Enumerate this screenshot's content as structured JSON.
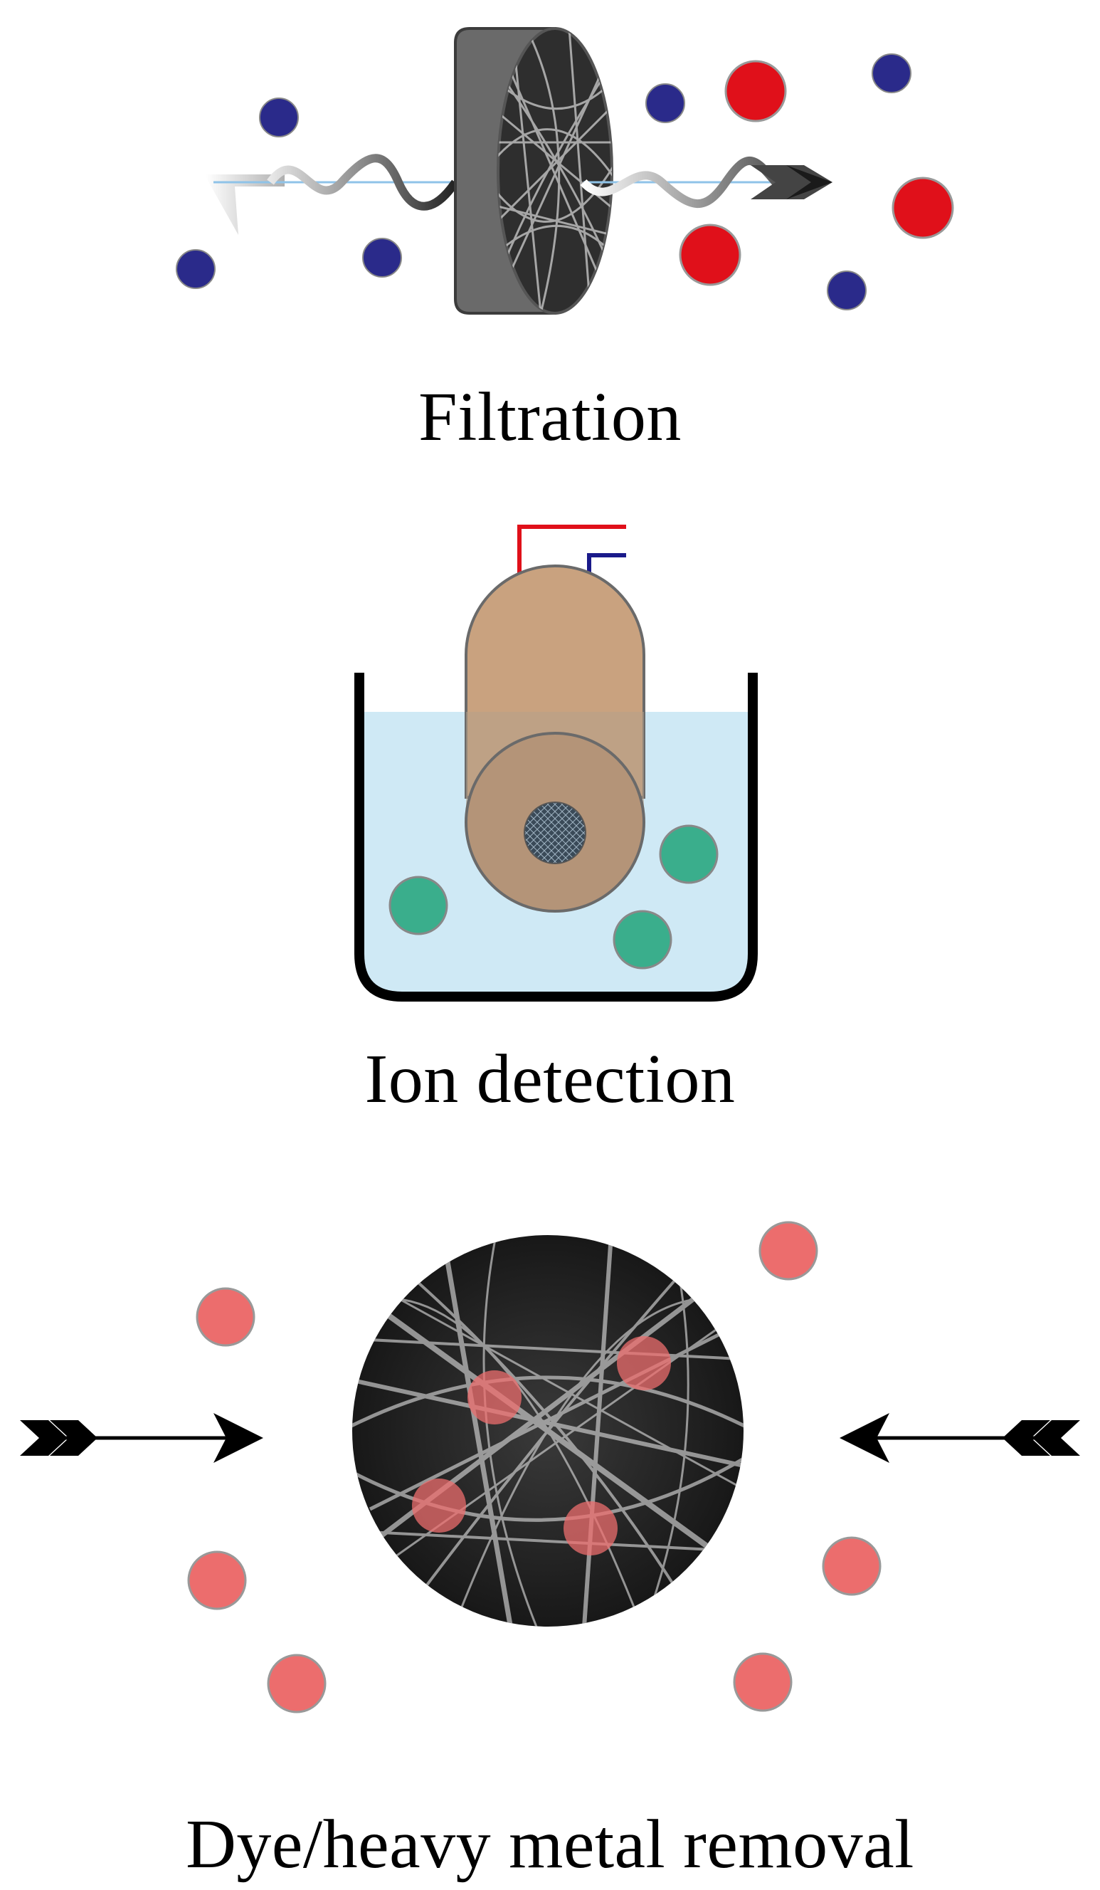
{
  "sections": [
    {
      "caption": "Filtration",
      "icon": "filter-membrane-icon"
    },
    {
      "caption": "Ion detection",
      "icon": "electrode-beaker-icon"
    },
    {
      "caption": "Dye/heavy metal removal",
      "icon": "nanofiber-adsorption-icon"
    }
  ],
  "colors": {
    "small_particle": "#2a2a8a",
    "large_particle": "#e0101a",
    "ion": "#3aae8c",
    "water": "#cfe9f5",
    "electrode_body": "#c9a27f",
    "dye_particle": "#ec6d6d",
    "wire_red": "#e0101a",
    "wire_blue": "#1a1a8a",
    "membrane": "#5a5a5a"
  }
}
